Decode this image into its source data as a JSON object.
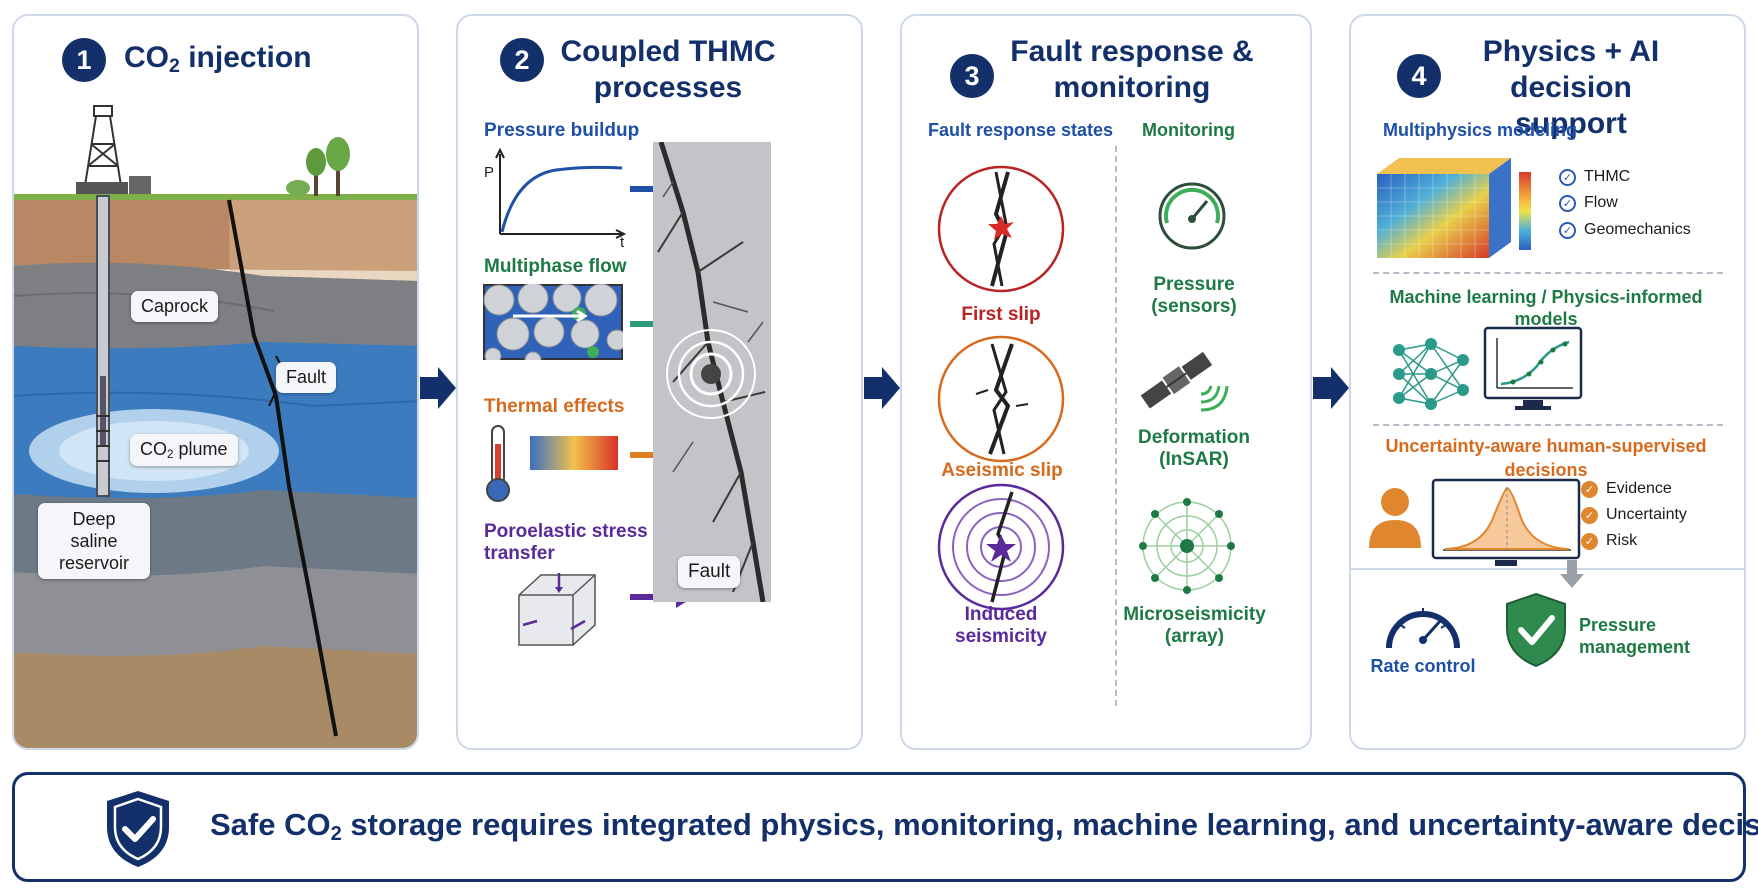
{
  "panels": [
    {
      "number": "1",
      "title_main": "CO",
      "title_sub": "2",
      "title_rest": " injection"
    },
    {
      "number": "2",
      "title": "Coupled THMC processes"
    },
    {
      "number": "3",
      "title": "Fault response & monitoring"
    },
    {
      "number": "4",
      "title": "Physics + AI decision support"
    }
  ],
  "panel1": {
    "caprock": "Caprock",
    "fault": "Fault",
    "plume_main": "CO",
    "plume_sub": "2",
    "plume_rest": " plume",
    "reservoir": "Deep saline reservoir"
  },
  "panel2": {
    "pressure": "Pressure buildup",
    "axis_p": "P",
    "axis_t": "t",
    "multiphase": "Multiphase flow",
    "thermal": "Thermal effects",
    "poroelastic": "Poroelastic stress transfer",
    "fault": "Fault"
  },
  "panel3": {
    "states_header": "Fault response states",
    "monitoring_header": "Monitoring",
    "first_slip": "First slip",
    "aseismic": "Aseismic slip",
    "induced": "Induced seismicity",
    "pressure": "Pressure (sensors)",
    "deformation": "Deformation (InSAR)",
    "microseismicity": "Microseismicity (array)"
  },
  "panel4": {
    "multiphysics": "Multiphysics modeling",
    "checks": [
      "THMC",
      "Flow",
      "Geomechanics"
    ],
    "ml": "Machine learning / Physics-informed models",
    "uncertainty": "Uncertainty-aware human-supervised decisions",
    "decision_checks": [
      "Evidence",
      "Uncertainty",
      "Risk"
    ],
    "rate_control": "Rate control",
    "pressure_mgmt": "Pressure management"
  },
  "banner": {
    "pre": "Safe CO",
    "sub": "2",
    "post": " storage requires integrated physics, monitoring, machine learning, and uncertainty-aware decisions."
  },
  "colors": {
    "navy": "#13306a",
    "blue": "#1f50a8",
    "green": "#1e7a44",
    "orange": "#d76a1c",
    "purple": "#5a2a9a",
    "red": "#b92323"
  }
}
